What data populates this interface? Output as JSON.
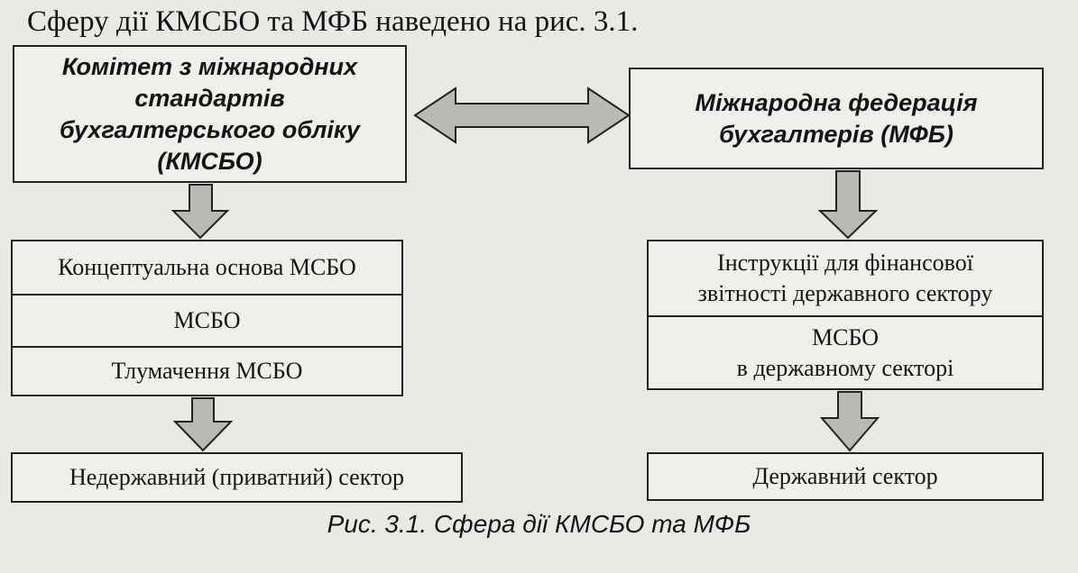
{
  "intro_text": "Сферу дії КМСБО та МФБ наведено на рис. 3.1.",
  "committee": {
    "lines": [
      "Комітет з міжнародних",
      "стандартів",
      "бухгалтерського обліку",
      "(КМСБО)"
    ]
  },
  "federation": {
    "lines": [
      "Міжнародна федерація",
      "бухгалтерів (МФБ)"
    ]
  },
  "left_stack": [
    "Концептуальна основа МСБО",
    "МСБО",
    "Тлумачення МСБО"
  ],
  "right_stack": [
    [
      "Інструкції для фінансової",
      "звітності державного сектору"
    ],
    [
      "МСБО",
      "в державному секторі"
    ]
  ],
  "left_sector": "Недержавний (приватний) сектор",
  "right_sector": "Державний сектор",
  "caption": "Рис. 3.1. Сфера дії КМСБО та МФБ"
}
